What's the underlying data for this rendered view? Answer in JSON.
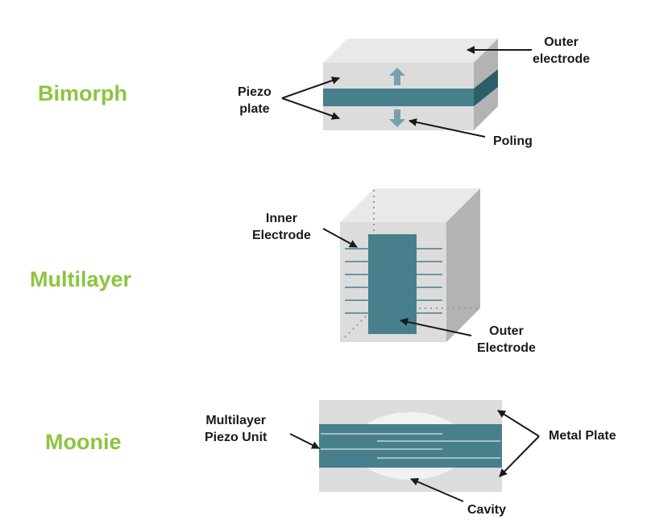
{
  "colors": {
    "title_green": "#8bc53f",
    "teal": "#47808c",
    "teal_dark": "#2b5e69",
    "box_light": "#dcdcdc",
    "box_top": "#e9e9e9",
    "box_side": "#b3b3b3",
    "arrow_light": "#77a1ab"
  },
  "bimorph": {
    "title": "Bimorph",
    "outer_electrode": [
      "Outer",
      "electrode"
    ],
    "piezo_plate": [
      "Piezo",
      "plate"
    ],
    "poling": "Poling"
  },
  "multilayer": {
    "title": "Multilayer",
    "inner_electrode": [
      "Inner",
      "Electrode"
    ],
    "outer_electrode": [
      "Outer",
      "Electrode"
    ]
  },
  "moonie": {
    "title": "Moonie",
    "multilayer_piezo_unit": [
      "Multilayer",
      "Piezo Unit"
    ],
    "metal_plate": "Metal Plate",
    "cavity": "Cavity"
  }
}
